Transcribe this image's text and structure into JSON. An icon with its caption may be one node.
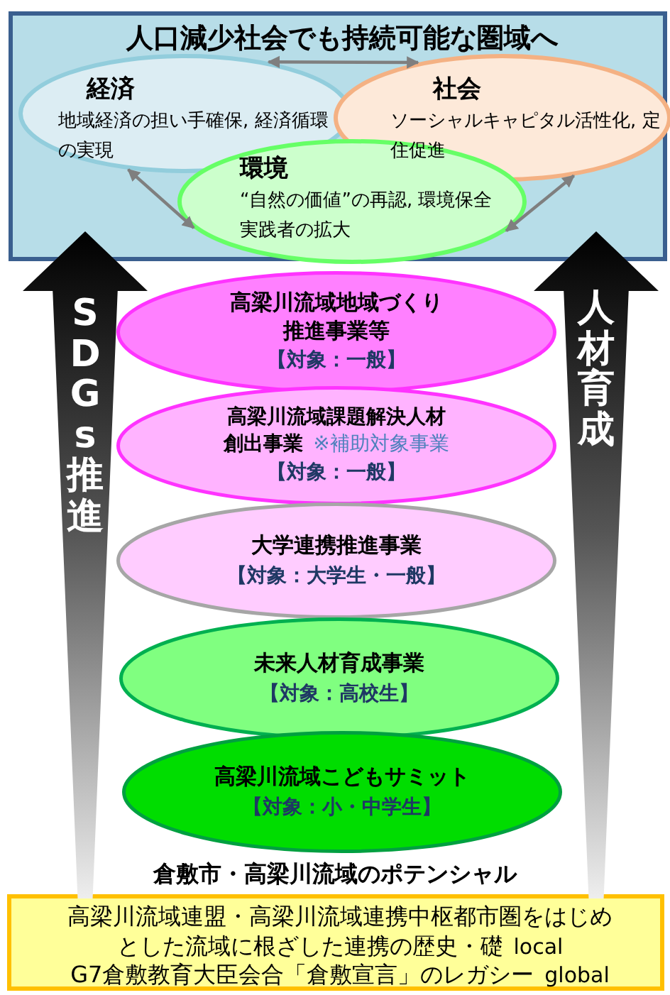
{
  "diagram": {
    "nodes": [
      {
        "text": [
          "人口減少社会でも持続可能な圏域へ"
        ]
      },
      {
        "text": [
          "経済",
          "地域経済の担い手確保, 経済循環の実現"
        ],
        "in": 0
      },
      {
        "text": [
          "社会",
          "ソーシャルキャピタル活性化, 定住促進"
        ],
        "in": 0
      },
      {
        "text": [
          "環境",
          "“自然の価値”の再認, 環境保全実践者の拡大"
        ],
        "in": 0
      },
      {
        "text": [
          "SDGs推進"
        ]
      },
      {
        "text": [
          "人材育成"
        ]
      },
      {
        "text": [
          "高梁川流域地域づくり推進事業等",
          "【対象：一般】"
        ]
      },
      {
        "text": [
          "高梁川流域課題解決人材創出事業",
          "※補助対象事業",
          "【対象：一般】"
        ]
      },
      {
        "text": [
          "大学連携推進事業",
          "【対象：大学生・一般】"
        ]
      },
      {
        "text": [
          "未来人材育成事業",
          "【対象：高校生】"
        ]
      },
      {
        "text": [
          "高梁川流域こどもサミット",
          "【対象：小・中学生】"
        ]
      },
      {
        "text": [
          "高梁川流域連盟・高梁川流域連携中枢都市圏をはじめとした流域に根ざした連携の歴史・礎",
          "local",
          "G7倉敷教育大臣会合「倉敷宣言」のレガシー",
          "global"
        ]
      }
    ],
    "edges": [
      {
        "from": 1,
        "to": 2,
        "arrow": "both"
      },
      {
        "from": 1,
        "to": 3,
        "arrow": "both"
      },
      {
        "from": 3,
        "to": 2,
        "arrow": "both"
      }
    ],
    "labels": [
      "倉敷市・高梁川流域のポテンシャル"
    ]
  }
}
